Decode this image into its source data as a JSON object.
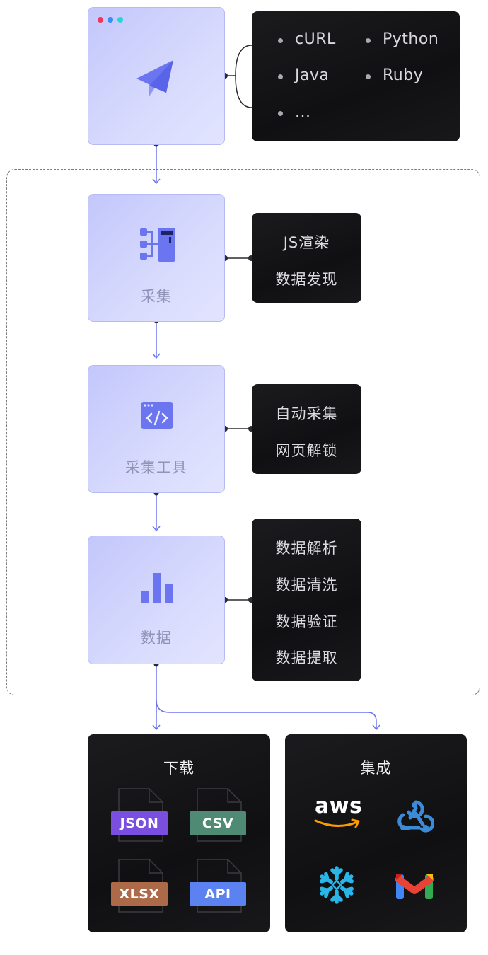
{
  "request_node": {
    "languages": [
      "cURL",
      "Python",
      "Java",
      "Ruby",
      "..."
    ]
  },
  "stages": [
    {
      "label": "采集",
      "features": [
        "JS渲染",
        "数据发现"
      ]
    },
    {
      "label": "采集工具",
      "features": [
        "自动采集",
        "网页解锁"
      ]
    },
    {
      "label": "数据",
      "features": [
        "数据解析",
        "数据清洗",
        "数据验证",
        "数据提取"
      ]
    }
  ],
  "outputs": {
    "download": {
      "title": "下载",
      "formats": [
        {
          "label": "JSON",
          "color": "#7a4fe0"
        },
        {
          "label": "CSV",
          "color": "#4e8a74"
        },
        {
          "label": "XLSX",
          "color": "#ad6a49"
        },
        {
          "label": "API",
          "color": "#5b82f0"
        }
      ]
    },
    "integration": {
      "title": "集成",
      "logos": [
        {
          "icon": "aws-icon",
          "text": "aws"
        },
        {
          "icon": "webhook-icon"
        },
        {
          "icon": "snowflake-icon"
        },
        {
          "icon": "gmail-icon"
        }
      ]
    }
  },
  "colors": {
    "accent": "#6b75f0",
    "node_bg": "#c9ccfb",
    "dark_bg": "#141416",
    "window_dots": [
      "#f0345a",
      "#3b8cf0",
      "#2bd4d4"
    ]
  }
}
